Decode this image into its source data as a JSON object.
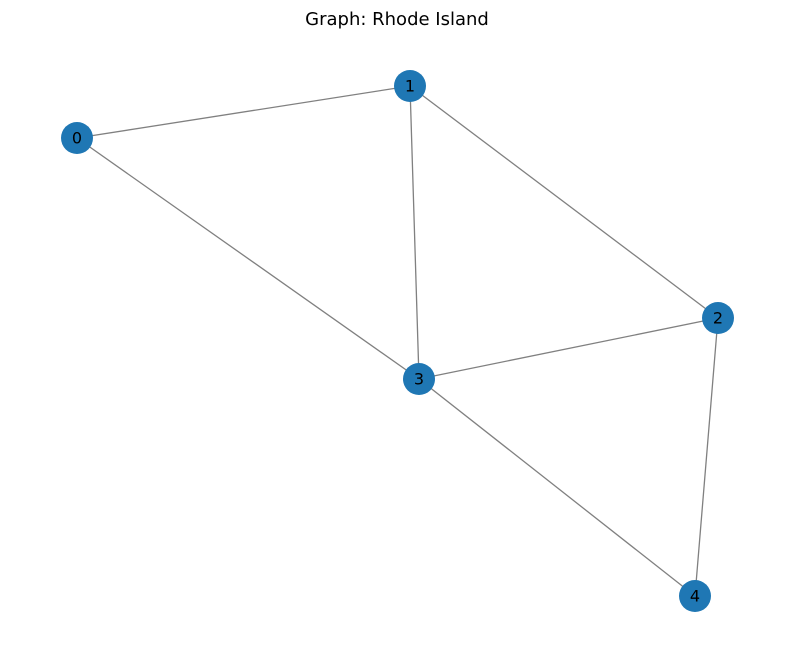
{
  "title": "Graph: Rhode Island",
  "colors": {
    "node_fill": "#1f77b4",
    "edge_stroke": "#808080",
    "label": "#000000",
    "background": "#ffffff"
  },
  "nodes": [
    {
      "id": "0",
      "label": "0"
    },
    {
      "id": "1",
      "label": "1"
    },
    {
      "id": "2",
      "label": "2"
    },
    {
      "id": "3",
      "label": "3"
    },
    {
      "id": "4",
      "label": "4"
    }
  ],
  "edges": [
    {
      "source": "0",
      "target": "1"
    },
    {
      "source": "0",
      "target": "3"
    },
    {
      "source": "1",
      "target": "3"
    },
    {
      "source": "1",
      "target": "2"
    },
    {
      "source": "2",
      "target": "3"
    },
    {
      "source": "2",
      "target": "4"
    },
    {
      "source": "3",
      "target": "4"
    }
  ]
}
